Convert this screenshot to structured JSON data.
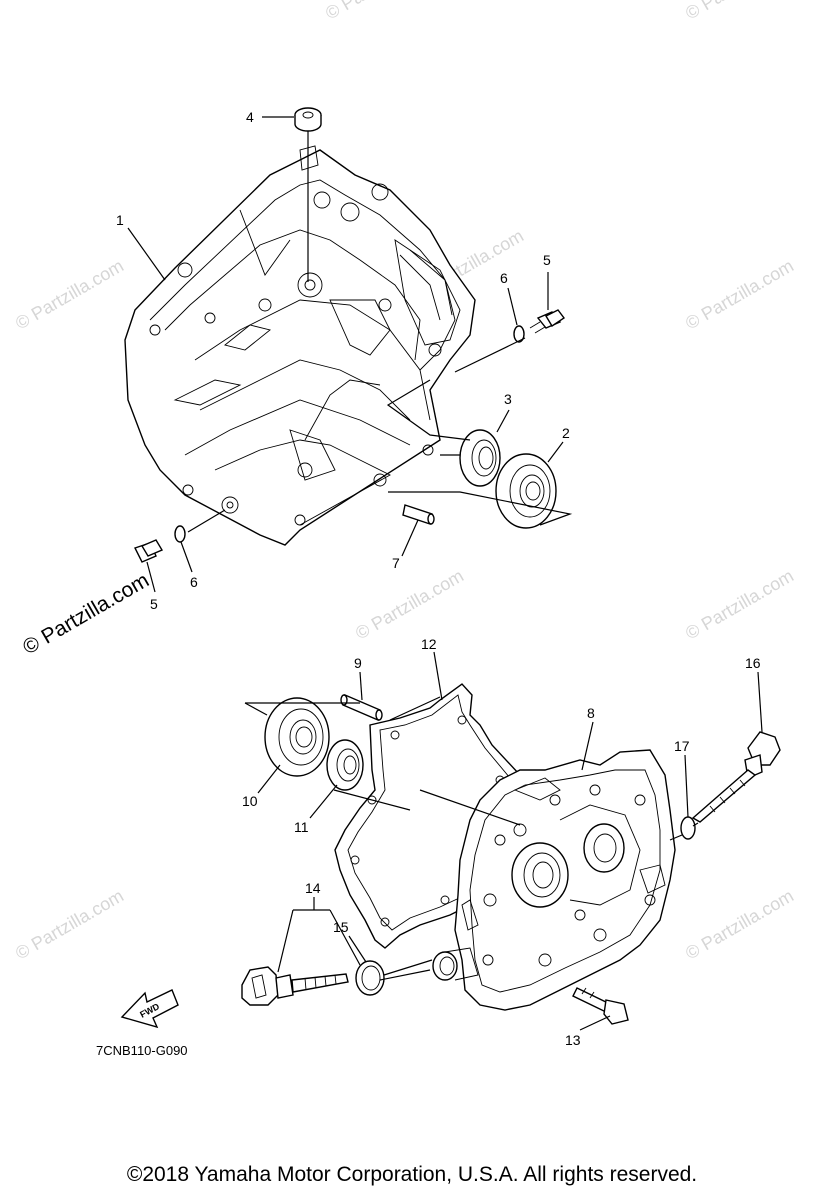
{
  "diagram": {
    "callouts": {
      "p1": "1",
      "p2": "2",
      "p3": "3",
      "p4": "4",
      "p5a": "5",
      "p5b": "5",
      "p6a": "6",
      "p6b": "6",
      "p7": "7",
      "p8": "8",
      "p9": "9",
      "p10": "10",
      "p11": "11",
      "p12": "12",
      "p13": "13",
      "p14": "14",
      "p15": "15",
      "p16": "16",
      "p17": "17"
    },
    "fwd_label": "FWD",
    "diagram_code": "7CNB110-G090"
  },
  "watermarks": {
    "text": "© Partzilla.com",
    "large_text": "© Partzilla.com"
  },
  "footer": {
    "copyright": "©2018  Yamaha Motor Corporation, U.S.A. All rights reserved."
  }
}
